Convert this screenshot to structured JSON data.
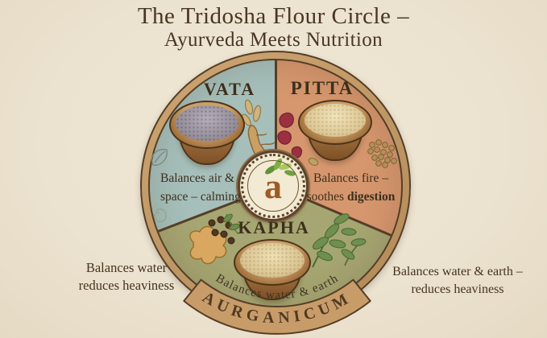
{
  "title": {
    "line1": "The Tridosha Flour Circle –",
    "line2": "Ayurveda Meets Nutrition"
  },
  "wheel": {
    "vata": {
      "label": "VATA",
      "desc_line1": "Balances air &",
      "desc_line2": "space – calming"
    },
    "pitta": {
      "label": "PITTA",
      "desc_line1": "Balances fire –",
      "desc2_normal": "soothes ",
      "desc2_bold": "digestion"
    },
    "kapha": {
      "label": "KAPHA",
      "curved_text": "Balances water & earth"
    }
  },
  "annotations": {
    "left": {
      "line1": "Balances water",
      "line2": "reduces heaviness"
    },
    "right": {
      "line1": "Balances water & earth –",
      "line2": "reduces heaviness"
    }
  },
  "badge": {
    "letter": "a"
  },
  "banner": {
    "text": "AURGANICUM"
  },
  "colors": {
    "background": "#ebe2cf",
    "vata_segment": "#a6bfba",
    "pitta_segment": "#d6976e",
    "kapha_segment": "#a6a672",
    "rim_tan": "#bf9565",
    "dark_outline": "#553e27",
    "banner_tan": "#c89c69",
    "text_brown": "#46351f",
    "vata_powder": "#a49fa8",
    "pitta_powder": "#ead9ab",
    "kapha_powder": "#e6d3a4",
    "logo_rust": "#9c5c25",
    "leaf_green": "#6f8f4e",
    "petal_red": "#9b3040"
  },
  "icons": {
    "leaf_sketch": "outlined-leaf",
    "cardamom": "cardamom-pods",
    "root": "dried-root",
    "rose_petals": "red-petals",
    "coriander_seeds": "seed-cluster",
    "ginger": "ginger-rhizome",
    "peppercorns": "dark-peppercorns",
    "leaf_branch": "herb-leaf-branch",
    "leaf_sprig": "small-leaf-sprig",
    "logo_leaves": "sprouting-leaves"
  }
}
